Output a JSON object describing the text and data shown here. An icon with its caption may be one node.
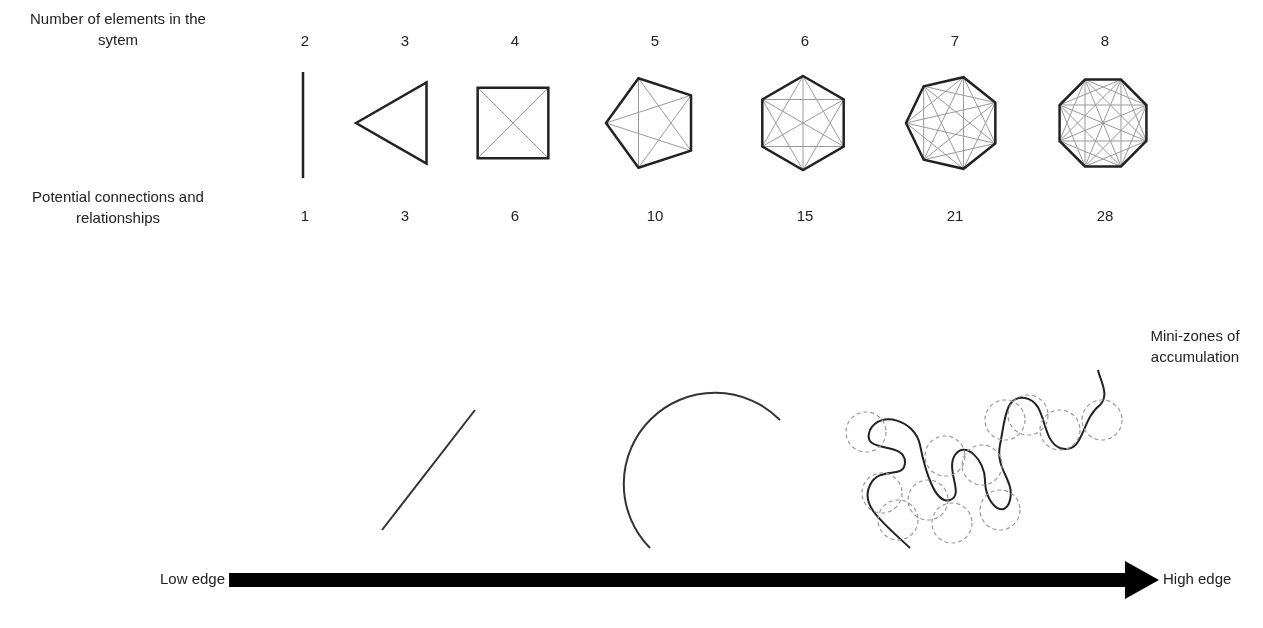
{
  "diagram": {
    "nodes": [
      {
        "text": [
          "Low edge"
        ]
      },
      {
        "text": [
          "High edge"
        ]
      }
    ],
    "edges": [
      {
        "from": 0,
        "to": 1,
        "arrow": "to"
      }
    ],
    "labels": [
      "Number of elements in the sytem",
      "2",
      "3",
      "4",
      "5",
      "6",
      "7",
      "8",
      "Potential connections and relationships",
      "1",
      "3",
      "6",
      "10",
      "15",
      "21",
      "28",
      "Mini-zones of accumulation"
    ]
  }
}
